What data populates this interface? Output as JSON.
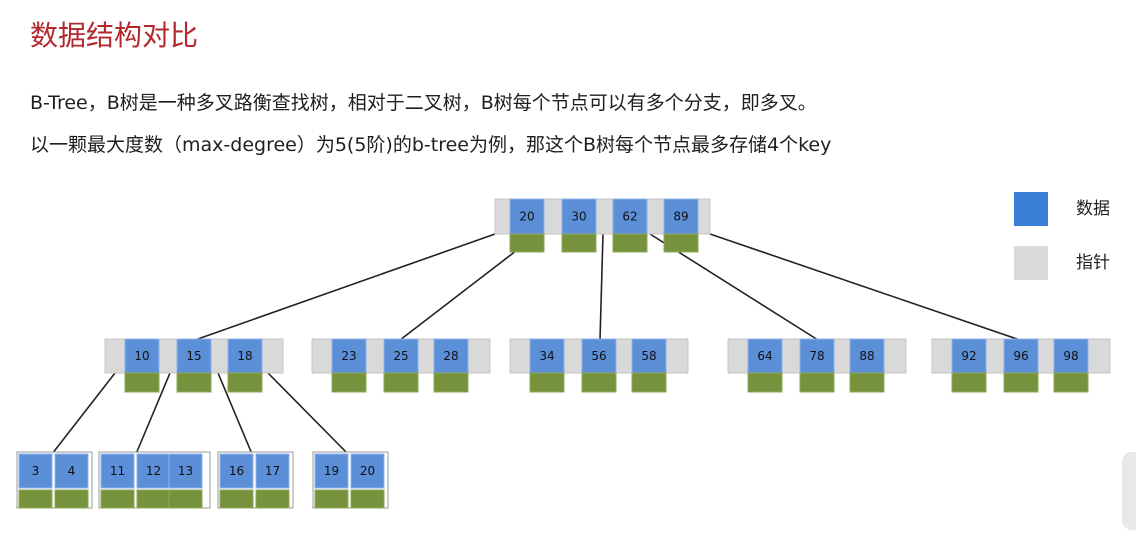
{
  "title": "数据结构对比",
  "line1": "B-Tree，B树是一种多叉路衡查找树，相对于二叉树，B树每个节点可以有多个分支，即多叉。",
  "line2": "以一颗最大度数（max-degree）为5(5阶)的b-tree为例，那这个B树每个节点最多存储4个key",
  "legend": [
    {
      "label": "数据",
      "kind": "key"
    },
    {
      "label": "指针",
      "kind": "ptr"
    }
  ],
  "colors": {
    "title": "#b3282d",
    "key": "#5b8fd7",
    "pointer_node": "#d9d9d9",
    "child_pointer": "#76923c"
  },
  "tree": {
    "root": [
      "20",
      "30",
      "62",
      "89"
    ],
    "level2": [
      [
        "10",
        "15",
        "18"
      ],
      [
        "23",
        "25",
        "28"
      ],
      [
        "34",
        "56",
        "58"
      ],
      [
        "64",
        "78",
        "88"
      ],
      [
        "92",
        "96",
        "98"
      ]
    ],
    "leaves": [
      [
        "3",
        "4"
      ],
      [
        "11",
        "12",
        "13"
      ],
      [
        "16",
        "17"
      ],
      [
        "19",
        "20"
      ]
    ]
  }
}
